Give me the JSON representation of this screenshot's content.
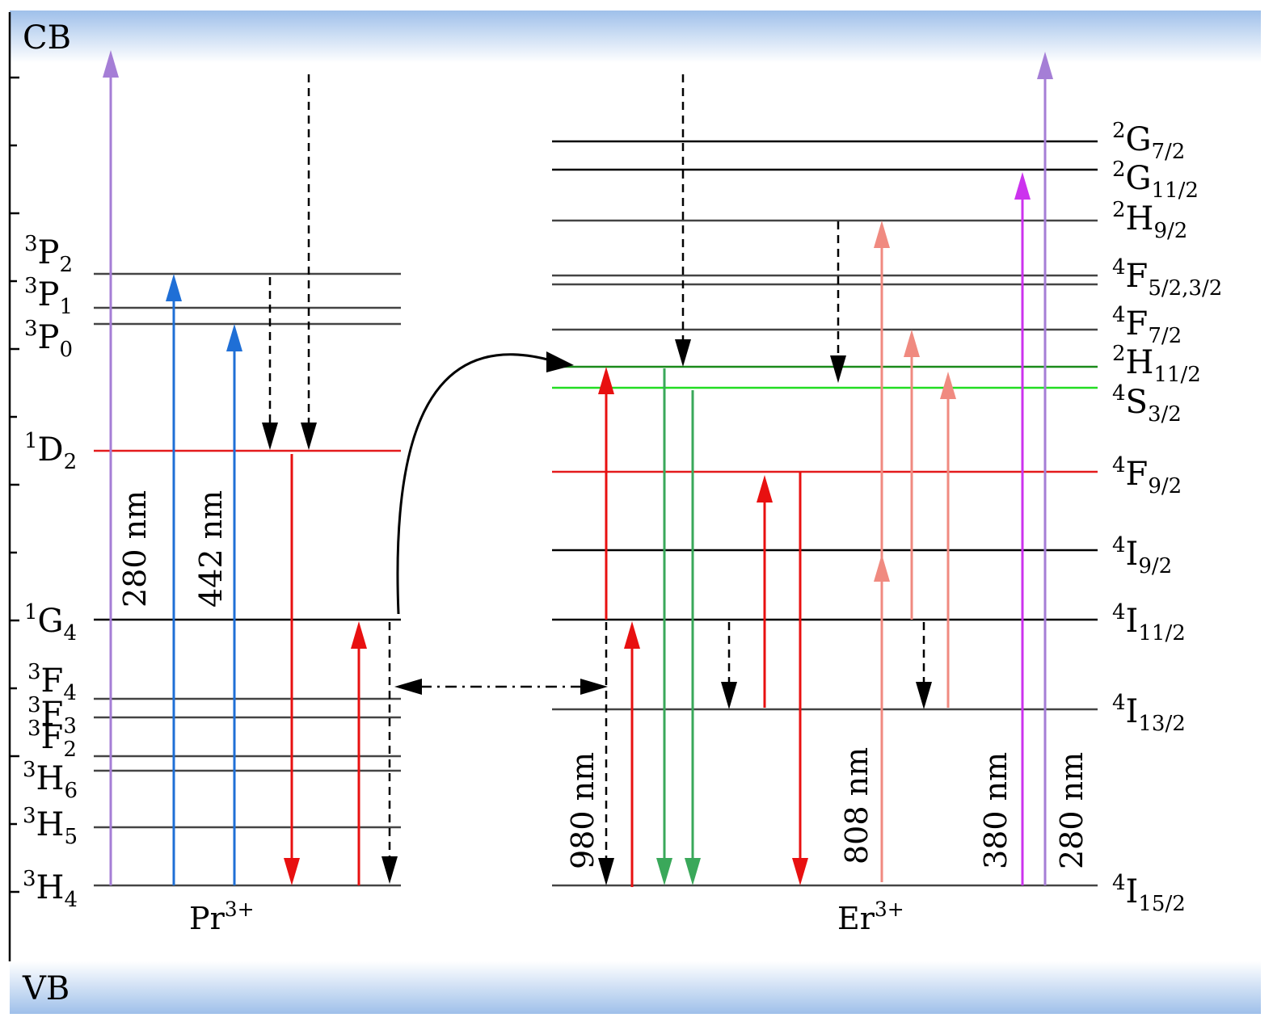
{
  "bands": {
    "top": "CB",
    "bottom": "VB"
  },
  "ions": {
    "pr": {
      "base": "Pr",
      "charge": "3+"
    },
    "er": {
      "base": "Er",
      "charge": "3+"
    }
  },
  "pr_levels": [
    {
      "id": "3P2",
      "sup": "3",
      "term": "P",
      "sub": "2",
      "color": "#444444"
    },
    {
      "id": "3P1",
      "sup": "3",
      "term": "P",
      "sub": "1",
      "color": "#444444"
    },
    {
      "id": "3P0",
      "sup": "3",
      "term": "P",
      "sub": "0",
      "color": "#444444"
    },
    {
      "id": "1D2",
      "sup": "1",
      "term": "D",
      "sub": "2",
      "color": "#e41a1c"
    },
    {
      "id": "1G4",
      "sup": "1",
      "term": "G",
      "sub": "4",
      "color": "#000000"
    },
    {
      "id": "3F4",
      "sup": "3",
      "term": "F",
      "sub": "4",
      "color": "#444444"
    },
    {
      "id": "3F3",
      "sup": "3",
      "term": "F",
      "sub": "3",
      "color": "#444444"
    },
    {
      "id": "3F2",
      "sup": "3",
      "term": "F",
      "sub": "2",
      "color": "#444444"
    },
    {
      "id": "3H6",
      "sup": "3",
      "term": "H",
      "sub": "6",
      "color": "#444444"
    },
    {
      "id": "3H5",
      "sup": "3",
      "term": "H",
      "sub": "5",
      "color": "#444444"
    },
    {
      "id": "3H4",
      "sup": "3",
      "term": "H",
      "sub": "4",
      "color": "#444444"
    }
  ],
  "er_levels": [
    {
      "id": "2G7/2",
      "sup": "2",
      "term": "G",
      "sub": "7/2",
      "color": "#000000"
    },
    {
      "id": "2G11/2",
      "sup": "2",
      "term": "G",
      "sub": "11/2",
      "color": "#000000"
    },
    {
      "id": "2H9/2",
      "sup": "2",
      "term": "H",
      "sub": "9/2",
      "color": "#444444"
    },
    {
      "id": "4F5/2,3/2",
      "sup": "4",
      "term": "F",
      "sub": "5/2,3/2",
      "color": "#444444"
    },
    {
      "id": "4F7/2",
      "sup": "4",
      "term": "F",
      "sub": "7/2",
      "color": "#444444"
    },
    {
      "id": "2H11/2",
      "sup": "2",
      "term": "H",
      "sub": "11/2",
      "color": "#1a8a1a"
    },
    {
      "id": "4S3/2",
      "sup": "4",
      "term": "S",
      "sub": "3/2",
      "color": "#22dd22"
    },
    {
      "id": "4F9/2",
      "sup": "4",
      "term": "F",
      "sub": "9/2",
      "color": "#e41a1c"
    },
    {
      "id": "4I9/2",
      "sup": "4",
      "term": "I",
      "sub": "9/2",
      "color": "#000000"
    },
    {
      "id": "4I11/2",
      "sup": "4",
      "term": "I",
      "sub": "11/2",
      "color": "#000000"
    },
    {
      "id": "4I13/2",
      "sup": "4",
      "term": "I",
      "sub": "13/2",
      "color": "#444444"
    },
    {
      "id": "4I15/2",
      "sup": "4",
      "term": "I",
      "sub": "15/2",
      "color": "#444444"
    }
  ],
  "wavelength_labels": [
    "280 nm",
    "442 nm",
    "980 nm",
    "808 nm",
    "380 nm",
    "280 nm"
  ],
  "colors": {
    "band_gradient_edge": "#9fc0ea",
    "band_gradient_fade": "#ffffff",
    "purple": "#a57ed6",
    "blue": "#1f6fd6",
    "red": "#e81010",
    "green": "#3aa85a",
    "salmon": "#f08a80",
    "magenta": "#cc33ee",
    "black": "#000000"
  }
}
